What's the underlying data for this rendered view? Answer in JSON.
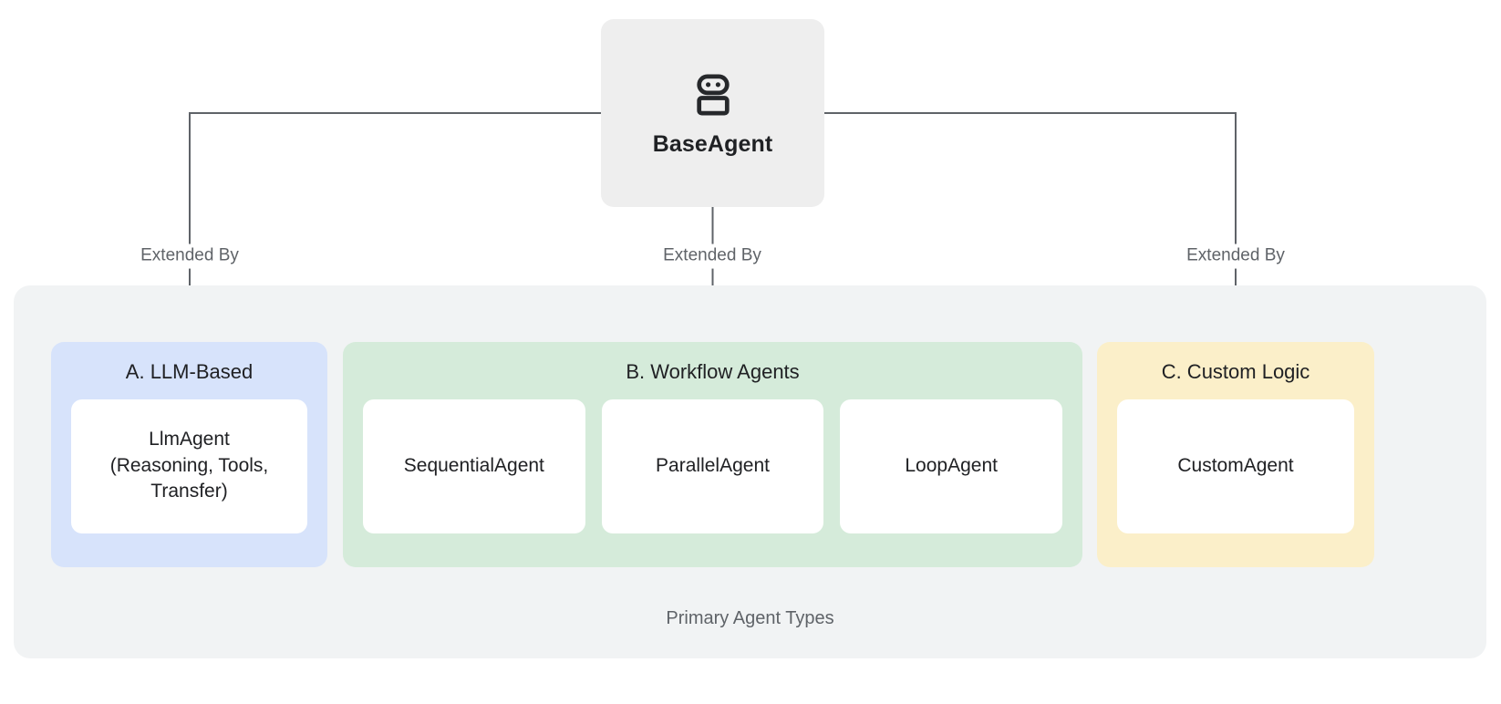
{
  "diagram": {
    "root": {
      "label": "BaseAgent",
      "icon": "robot-icon",
      "bg_color": "#eeeeee"
    },
    "edges": [
      {
        "label": "Extended By"
      },
      {
        "label": "Extended By"
      },
      {
        "label": "Extended By"
      }
    ],
    "group": {
      "caption": "Primary Agent Types",
      "bg_color": "#f1f3f4"
    },
    "categories": [
      {
        "title": "A. LLM-Based",
        "bg_color": "#d7e3fb",
        "cards": [
          {
            "label": "LlmAgent\n(Reasoning, Tools,\nTransfer)"
          }
        ]
      },
      {
        "title": "B. Workflow Agents",
        "bg_color": "#d5ebda",
        "cards": [
          {
            "label": "SequentialAgent"
          },
          {
            "label": "ParallelAgent"
          },
          {
            "label": "LoopAgent"
          }
        ]
      },
      {
        "title": "C. Custom Logic",
        "bg_color": "#fbefc9",
        "cards": [
          {
            "label": "CustomAgent"
          }
        ]
      }
    ]
  }
}
